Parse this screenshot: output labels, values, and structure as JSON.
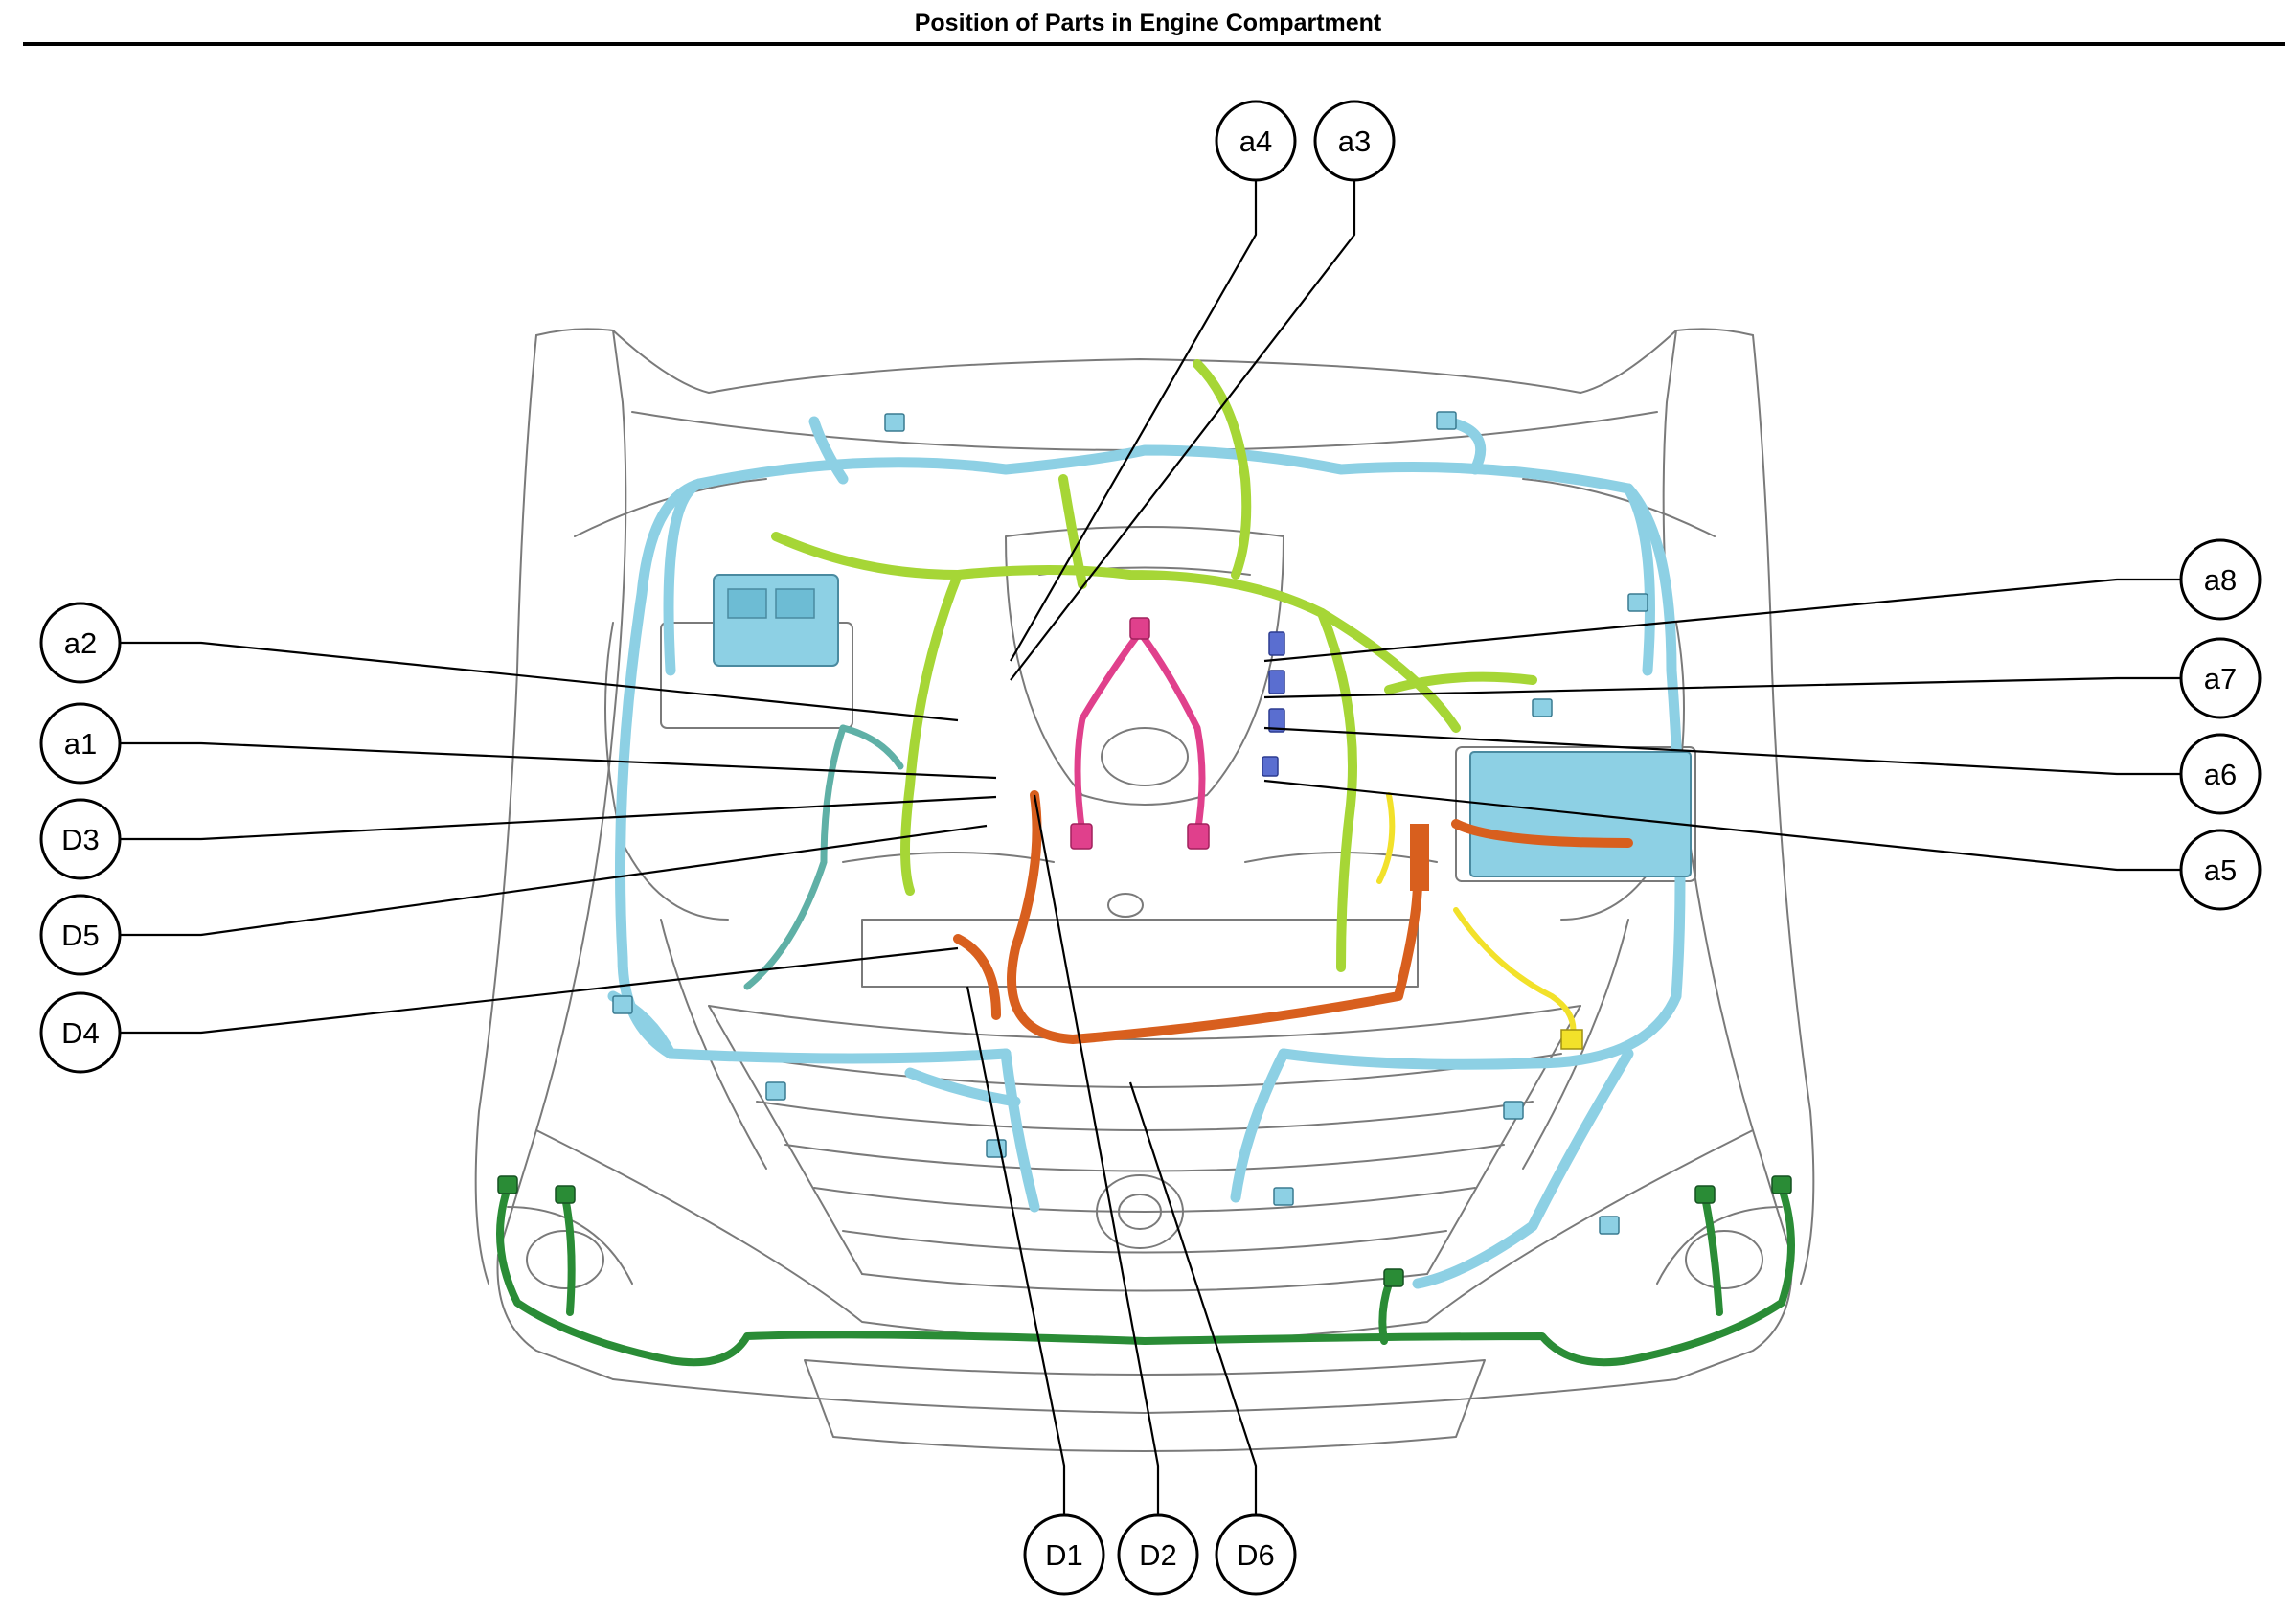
{
  "title": "Position of Parts in Engine Compartment",
  "harness_colors": {
    "engine_room_main": "#8dd0e4",
    "engine_wire": "#a6d636",
    "engine_wire_dark": "#78a81c",
    "injector_sub": "#e0408c",
    "front_bumper": "#2a8c36",
    "orange_harness": "#d85f1e",
    "yellow_harness": "#f2e12a",
    "blue_connector": "#5a6ed0",
    "teal_harness": "#5fb0a6",
    "outline": "#7a7a7a"
  },
  "callouts": [
    {
      "id": "a4",
      "label": "a4"
    },
    {
      "id": "a3",
      "label": "a3"
    },
    {
      "id": "a8",
      "label": "a8"
    },
    {
      "id": "a2",
      "label": "a2"
    },
    {
      "id": "a7",
      "label": "a7"
    },
    {
      "id": "a1",
      "label": "a1"
    },
    {
      "id": "a6",
      "label": "a6"
    },
    {
      "id": "D3",
      "label": "D3"
    },
    {
      "id": "a5",
      "label": "a5"
    },
    {
      "id": "D5",
      "label": "D5"
    },
    {
      "id": "D4",
      "label": "D4"
    },
    {
      "id": "D1",
      "label": "D1"
    },
    {
      "id": "D2",
      "label": "D2"
    },
    {
      "id": "D6",
      "label": "D6"
    }
  ]
}
